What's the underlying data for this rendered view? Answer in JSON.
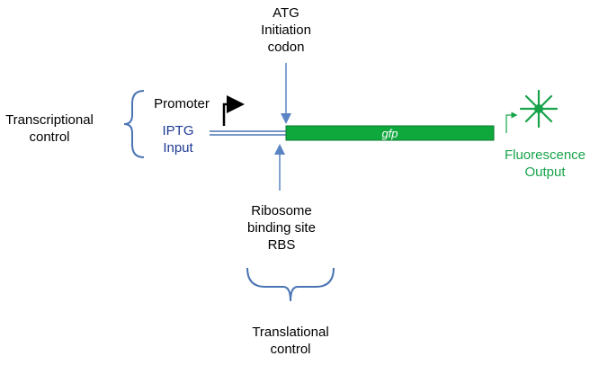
{
  "labels": {
    "atg": "ATG\nInitiation\ncodon",
    "promoter": "Promoter",
    "iptg": "IPTG\nInput",
    "transcriptional": "Transcriptional\ncontrol",
    "gene": "gfp",
    "fluorescence": "Fluorescence\nOutput",
    "rbs": "Ribosome\nbinding site\nRBS",
    "translational": "Translational\ncontrol"
  },
  "colors": {
    "gene_fill": "#0fa83d",
    "fluorescence": "#17a34a",
    "input_text": "#1f3a93",
    "bracket": "#4a74b4",
    "arrow": "#5b84c4",
    "dna": "#4a74b4"
  },
  "icons": {
    "promoter_arrow": "bent-arrow-icon",
    "fluorescence": "starburst-icon"
  }
}
